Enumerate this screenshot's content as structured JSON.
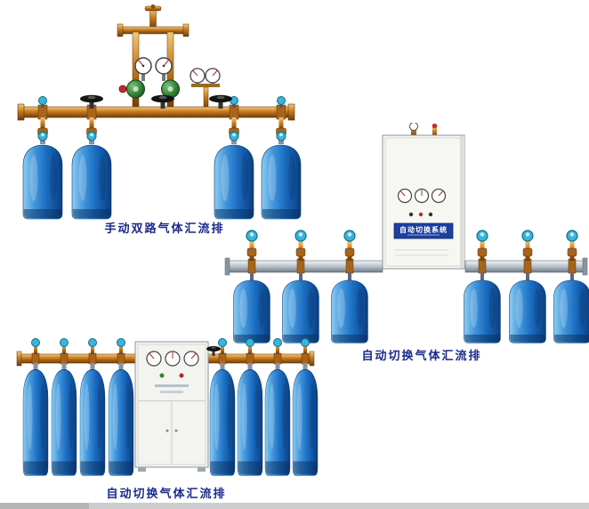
{
  "page": {
    "background": "#ffffff"
  },
  "products": [
    {
      "caption": "手动双路气体汇流排",
      "type": "manual-dual-manifold",
      "cylinder_count": 4
    },
    {
      "caption": "自动切换气体汇流排",
      "type": "automatic-switching-manifold",
      "cabinet_label": "自动切换系统",
      "cylinder_count": 6
    },
    {
      "caption": "自动切换气体汇流排",
      "type": "automatic-switching-manifold",
      "cylinder_count": 8
    }
  ],
  "colors": {
    "caption_text": "#1b2a8a",
    "cylinder_blue": "#1a6cc0",
    "brass_pipe": "#c87a1e",
    "aluminum_pipe": "#b6c0ca",
    "cabinet_body": "#f6f6f2",
    "label_plate_blue": "#1d3f9e",
    "valve_cap_cyan": "#3ab4d8",
    "regulator_green": "#2e7d32",
    "background": "#ffffff"
  }
}
